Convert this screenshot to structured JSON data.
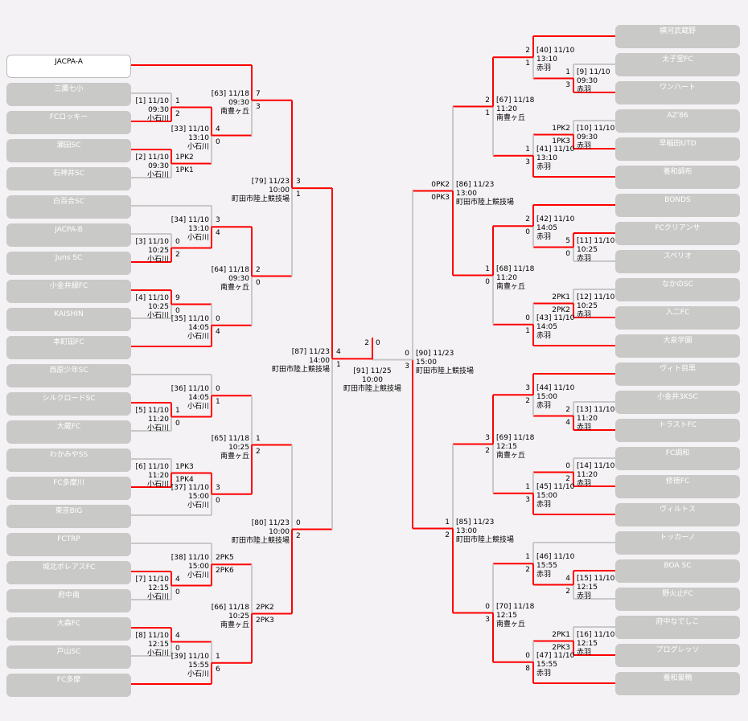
{
  "colors": {
    "win_line": "#ff0000",
    "line": "#c8c8c8",
    "team_box": "#c9c9c7"
  },
  "teams": {
    "left": [
      {
        "name": "JACPA-A",
        "selected": true
      },
      {
        "name": "三鷹七小"
      },
      {
        "name": "FCロッキー"
      },
      {
        "name": "瀬田SC"
      },
      {
        "name": "石神井SC"
      },
      {
        "name": "白百合SC"
      },
      {
        "name": "JACPA-B"
      },
      {
        "name": "Juns SC"
      },
      {
        "name": "小金井緑FC"
      },
      {
        "name": "KAISHIN"
      },
      {
        "name": "本町田FC"
      },
      {
        "name": "西原少年SC"
      },
      {
        "name": "シルクロードSC"
      },
      {
        "name": "大蔵FC"
      },
      {
        "name": "わかみやSS"
      },
      {
        "name": "FC多摩川"
      },
      {
        "name": "東京BIG"
      },
      {
        "name": "FCTRP"
      },
      {
        "name": "城北ボレアスFC"
      },
      {
        "name": "府中南"
      },
      {
        "name": "大森FC"
      },
      {
        "name": "戸山SC"
      },
      {
        "name": "FC多摩"
      }
    ],
    "right": [
      {
        "name": "横河武蔵野"
      },
      {
        "name": "太子堂FC"
      },
      {
        "name": "ワンハート"
      },
      {
        "name": "AZ'86"
      },
      {
        "name": "早稲田UTD"
      },
      {
        "name": "養和調布"
      },
      {
        "name": "BONDS"
      },
      {
        "name": "FCクリアンサ"
      },
      {
        "name": "スペリオ"
      },
      {
        "name": "なかのSC"
      },
      {
        "name": "入二FC"
      },
      {
        "name": "大泉学園"
      },
      {
        "name": "ヴィト目黒"
      },
      {
        "name": "小金井3KSC"
      },
      {
        "name": "トラストFC"
      },
      {
        "name": "FC調和"
      },
      {
        "name": "修徳FC"
      },
      {
        "name": "ヴィルトス"
      },
      {
        "name": "トッカーノ"
      },
      {
        "name": "BOA SC"
      },
      {
        "name": "野火止FC"
      },
      {
        "name": "府中なでしこ"
      },
      {
        "name": "プログレッソ"
      },
      {
        "name": "養和巣鴨"
      }
    ]
  },
  "matches": [
    {
      "id": 1,
      "no": "[1]",
      "date": "11/10",
      "time": "09:30",
      "venue": "小石川",
      "s1": "1",
      "s2": "2",
      "winner": 2
    },
    {
      "id": 2,
      "no": "[2]",
      "date": "11/10",
      "time": "09:30",
      "venue": "小石川",
      "s1": "1PK2",
      "s2": "1PK1",
      "winner": 1
    },
    {
      "id": 3,
      "no": "[3]",
      "date": "11/10",
      "time": "10:25",
      "venue": "小石川",
      "s1": "0",
      "s2": "2",
      "winner": 2
    },
    {
      "id": 4,
      "no": "[4]",
      "date": "11/10",
      "time": "10:25",
      "venue": "小石川",
      "s1": "9",
      "s2": "0",
      "winner": 1
    },
    {
      "id": 5,
      "no": "[5]",
      "date": "11/10",
      "time": "11:20",
      "venue": "小石川",
      "s1": "1",
      "s2": "0",
      "winner": 1
    },
    {
      "id": 6,
      "no": "[6]",
      "date": "11/10",
      "time": "11:20",
      "venue": "小石川",
      "s1": "1PK3",
      "s2": "1PK4",
      "winner": 2
    },
    {
      "id": 7,
      "no": "[7]",
      "date": "11/10",
      "time": "12:15",
      "venue": "小石川",
      "s1": "4",
      "s2": "0",
      "winner": 1
    },
    {
      "id": 8,
      "no": "[8]",
      "date": "11/10",
      "time": "12:15",
      "venue": "小石川",
      "s1": "4",
      "s2": "0",
      "winner": 1
    },
    {
      "id": 33,
      "no": "[33]",
      "date": "11/10",
      "time": "13:10",
      "venue": "小石川",
      "s1": "4",
      "s2": "0",
      "winner": 1
    },
    {
      "id": 34,
      "no": "[34]",
      "date": "11/10",
      "time": "13:10",
      "venue": "小石川",
      "s1": "3",
      "s2": "4",
      "winner": 2
    },
    {
      "id": 35,
      "no": "[35]",
      "date": "11/10",
      "time": "14:05",
      "venue": "小石川",
      "s1": "0",
      "s2": "4",
      "winner": 2
    },
    {
      "id": 36,
      "no": "[36]",
      "date": "11/10",
      "time": "14:05",
      "venue": "小石川",
      "s1": "0",
      "s2": "1",
      "winner": 2
    },
    {
      "id": 37,
      "no": "[37]",
      "date": "11/10",
      "time": "15:00",
      "venue": "小石川",
      "s1": "3",
      "s2": "0",
      "winner": 1
    },
    {
      "id": 38,
      "no": "[38]",
      "date": "11/10",
      "time": "15:00",
      "venue": "小石川",
      "s1": "2PK5",
      "s2": "2PK6",
      "winner": 2
    },
    {
      "id": 39,
      "no": "[39]",
      "date": "11/10",
      "time": "15:55",
      "venue": "小石川",
      "s1": "1",
      "s2": "6",
      "winner": 2
    },
    {
      "id": 63,
      "no": "[63]",
      "date": "11/18",
      "time": "09:30",
      "venue": "南豊ヶ丘",
      "s1": "7",
      "s2": "3",
      "winner": 1
    },
    {
      "id": 64,
      "no": "[64]",
      "date": "11/18",
      "time": "09:30",
      "venue": "南豊ヶ丘",
      "s1": "2",
      "s2": "0",
      "winner": 1
    },
    {
      "id": 65,
      "no": "[65]",
      "date": "11/18",
      "time": "10:25",
      "venue": "南豊ヶ丘",
      "s1": "1",
      "s2": "2",
      "winner": 2
    },
    {
      "id": 66,
      "no": "[66]",
      "date": "11/18",
      "time": "10:25",
      "venue": "南豊ヶ丘",
      "s1": "2PK2",
      "s2": "2PK3",
      "winner": 2
    },
    {
      "id": 79,
      "no": "[79]",
      "date": "11/23",
      "time": "10:00",
      "venue": "町田市陸上競技場",
      "s1": "3",
      "s2": "1",
      "winner": 1
    },
    {
      "id": 80,
      "no": "[80]",
      "date": "11/23",
      "time": "10:00",
      "venue": "町田市陸上競技場",
      "s1": "0",
      "s2": "2",
      "winner": 2
    },
    {
      "id": 87,
      "no": "[87]",
      "date": "11/23",
      "time": "14:00",
      "venue": "町田市陸上競技場",
      "s1": "4",
      "s2": "1",
      "winner": 1
    },
    {
      "id": 91,
      "no": "[91]",
      "date": "11/25",
      "time": "10:00",
      "venue": "町田市陸上競技場",
      "s1": "2",
      "s2": "0",
      "winner": 1
    },
    {
      "id": 90,
      "no": "[90]",
      "date": "11/23",
      "time": "15:00",
      "venue": "町田市陸上競技場",
      "s1": "0",
      "s2": "3",
      "winner": 2
    },
    {
      "id": 86,
      "no": "[86]",
      "date": "11/23",
      "time": "13:00",
      "venue": "町田市陸上競技場",
      "s1": "0PK2",
      "s2": "0PK3",
      "winner": 2
    },
    {
      "id": 85,
      "no": "[85]",
      "date": "11/23",
      "time": "13:00",
      "venue": "町田市陸上競技場",
      "s1": "1",
      "s2": "2",
      "winner": 2
    },
    {
      "id": 67,
      "no": "[67]",
      "date": "11/18",
      "time": "11:20",
      "venue": "南豊ヶ丘",
      "s1": "2",
      "s2": "1",
      "winner": 1
    },
    {
      "id": 68,
      "no": "[68]",
      "date": "11/18",
      "time": "11:20",
      "venue": "南豊ヶ丘",
      "s1": "1",
      "s2": "0",
      "winner": 1
    },
    {
      "id": 69,
      "no": "[69]",
      "date": "11/18",
      "time": "12:15",
      "venue": "南豊ヶ丘",
      "s1": "3",
      "s2": "2",
      "winner": 1
    },
    {
      "id": 70,
      "no": "[70]",
      "date": "11/18",
      "time": "12:15",
      "venue": "南豊ヶ丘",
      "s1": "0",
      "s2": "3",
      "winner": 2
    },
    {
      "id": 40,
      "no": "[40]",
      "date": "11/10",
      "time": "13:10",
      "venue": "赤羽",
      "s1": "2",
      "s2": "1",
      "winner": 1
    },
    {
      "id": 41,
      "no": "[41]",
      "date": "11/10",
      "time": "13:10",
      "venue": "赤羽",
      "s1": "1",
      "s2": "3",
      "winner": 2
    },
    {
      "id": 42,
      "no": "[42]",
      "date": "11/10",
      "time": "14:05",
      "venue": "赤羽",
      "s1": "2",
      "s2": "0",
      "winner": 1
    },
    {
      "id": 43,
      "no": "[43]",
      "date": "11/10",
      "time": "14:05",
      "venue": "赤羽",
      "s1": "0",
      "s2": "1",
      "winner": 2
    },
    {
      "id": 44,
      "no": "[44]",
      "date": "11/10",
      "time": "15:00",
      "venue": "赤羽",
      "s1": "3",
      "s2": "2",
      "winner": 1
    },
    {
      "id": 45,
      "no": "[45]",
      "date": "11/10",
      "time": "15:00",
      "venue": "赤羽",
      "s1": "1",
      "s2": "3",
      "winner": 2
    },
    {
      "id": 46,
      "no": "[46]",
      "date": "11/10",
      "time": "15:55",
      "venue": "赤羽",
      "s1": "1",
      "s2": "2",
      "winner": 2
    },
    {
      "id": 47,
      "no": "[47]",
      "date": "11/10",
      "time": "15:55",
      "venue": "赤羽",
      "s1": "0",
      "s2": "8",
      "winner": 2
    },
    {
      "id": 9,
      "no": "[9]",
      "date": "11/10",
      "time": "09:30",
      "venue": "赤羽",
      "s1": "1",
      "s2": "3",
      "winner": 2
    },
    {
      "id": 10,
      "no": "[10]",
      "date": "11/10",
      "time": "09:30",
      "venue": "赤羽",
      "s1": "1PK2",
      "s2": "1PK3",
      "winner": 2
    },
    {
      "id": 11,
      "no": "[11]",
      "date": "11/10",
      "time": "10:25",
      "venue": "赤羽",
      "s1": "5",
      "s2": "0",
      "winner": 1
    },
    {
      "id": 12,
      "no": "[12]",
      "date": "11/10",
      "time": "10:25",
      "venue": "赤羽",
      "s1": "2PK1",
      "s2": "2PK2",
      "winner": 2
    },
    {
      "id": 13,
      "no": "[13]",
      "date": "11/10",
      "time": "11:20",
      "venue": "赤羽",
      "s1": "2",
      "s2": "4",
      "winner": 2
    },
    {
      "id": 14,
      "no": "[14]",
      "date": "11/10",
      "time": "11:20",
      "venue": "赤羽",
      "s1": "0",
      "s2": "2",
      "winner": 2
    },
    {
      "id": 15,
      "no": "[15]",
      "date": "11/10",
      "time": "12:15",
      "venue": "赤羽",
      "s1": "4",
      "s2": "2",
      "winner": 1
    },
    {
      "id": 16,
      "no": "[16]",
      "date": "11/10",
      "time": "12:15",
      "venue": "赤羽",
      "s1": "2PK1",
      "s2": "2PK3",
      "winner": 2
    }
  ]
}
